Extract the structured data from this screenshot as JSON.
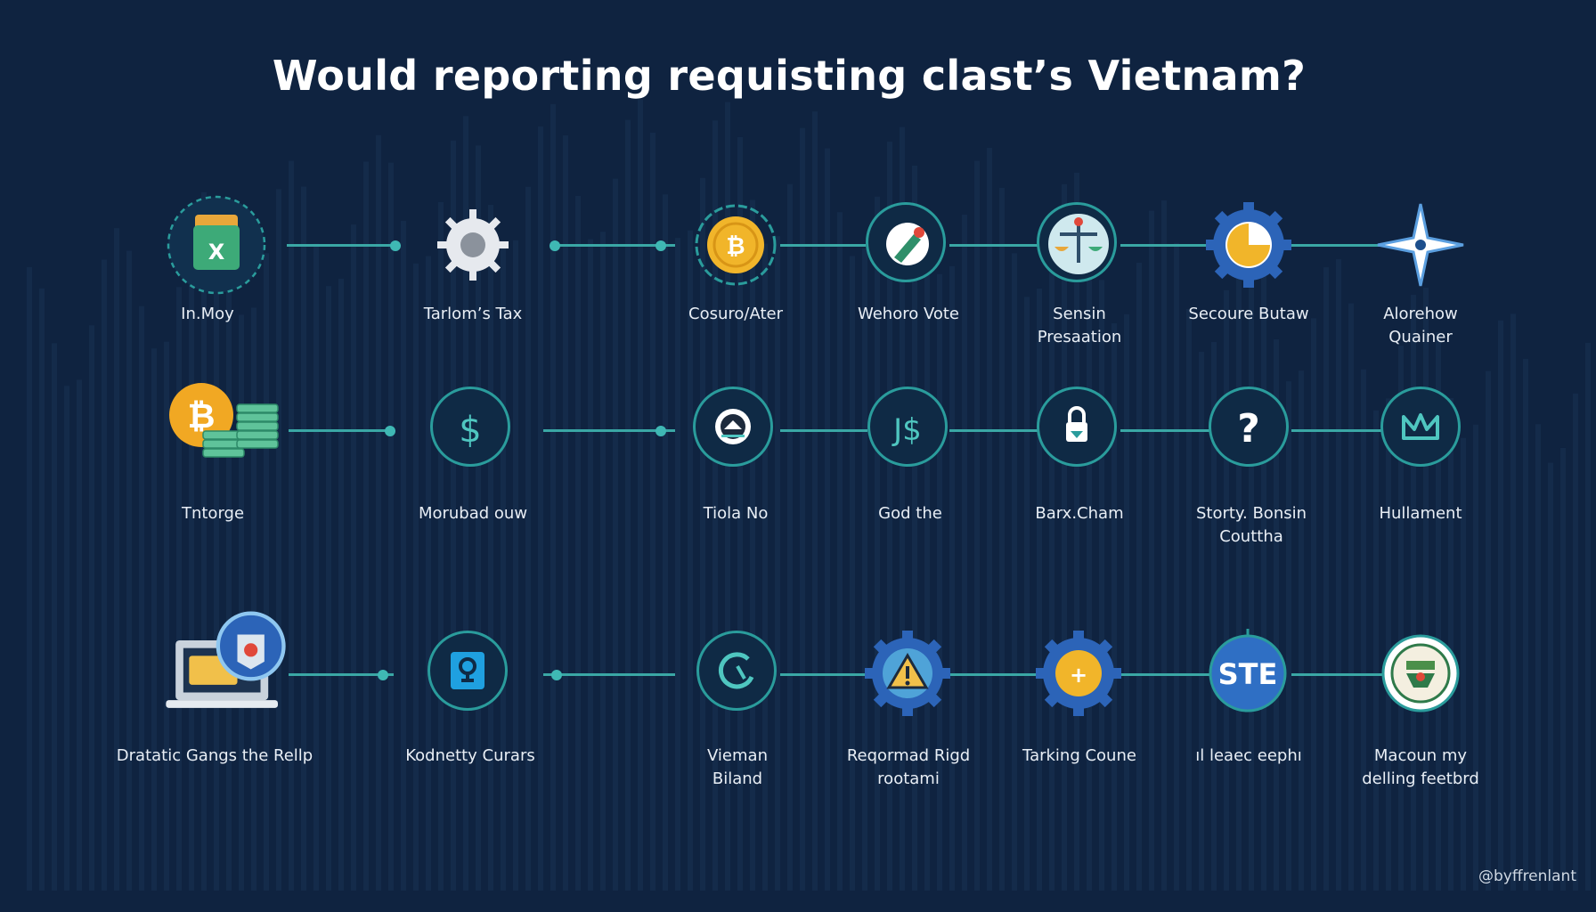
{
  "title": "Would reporting requisting clast’s Vietnam?",
  "watermark": "@byffrenlant",
  "colors": {
    "background": "#0f2340",
    "connector": "#3aa7a5",
    "ring": "#2a9c9c",
    "text": "#e8eef5"
  },
  "rows": [
    {
      "nodes": [
        {
          "icon": "wallet-icon",
          "label": "In.Moy"
        },
        {
          "icon": "gear-icon",
          "label": "Tarlom’s Tax"
        },
        {
          "icon": "gold-coin-icon",
          "label": "Cosuro/Ater"
        },
        {
          "icon": "pen-icon",
          "label": "Wehoro Vote"
        },
        {
          "icon": "scales-icon",
          "label": "Sensin\nPresaation"
        },
        {
          "icon": "gear-g-icon",
          "label": "Secoure Butaw"
        },
        {
          "icon": "compass-star-icon",
          "label": "Alorehow\nQuainer"
        }
      ]
    },
    {
      "nodes": [
        {
          "icon": "bitcoin-coins-icon",
          "label": "Tntorge"
        },
        {
          "icon": "dollar-icon",
          "label": "Morubad ouw"
        },
        {
          "icon": "shield-badge-icon",
          "label": "Tiola No"
        },
        {
          "icon": "dollar-pair-icon",
          "label": "God the"
        },
        {
          "icon": "lock-icon",
          "label": "Barx.Cham"
        },
        {
          "icon": "question-icon",
          "label": "Storty. Bonsin\nCouttha"
        },
        {
          "icon": "crown-icon",
          "label": "Hullament"
        }
      ]
    },
    {
      "nodes": [
        {
          "icon": "laptop-badge-icon",
          "label": "Dratatic Gangs the Rellp"
        },
        {
          "icon": "person-pin-icon",
          "label": "Kodnetty Curars"
        },
        {
          "icon": "refresh-icon",
          "label": "Vieman\nBiland"
        },
        {
          "icon": "warning-gear-icon",
          "label": "Reqormad Rigd\nrootami"
        },
        {
          "icon": "coin-gear-icon",
          "label": "Tarking Coune"
        },
        {
          "icon": "ste-badge-icon",
          "label": "ıl leaec eephı"
        },
        {
          "icon": "seal-icon",
          "label": "Macoun my\ndelling feetbrd"
        }
      ]
    }
  ]
}
